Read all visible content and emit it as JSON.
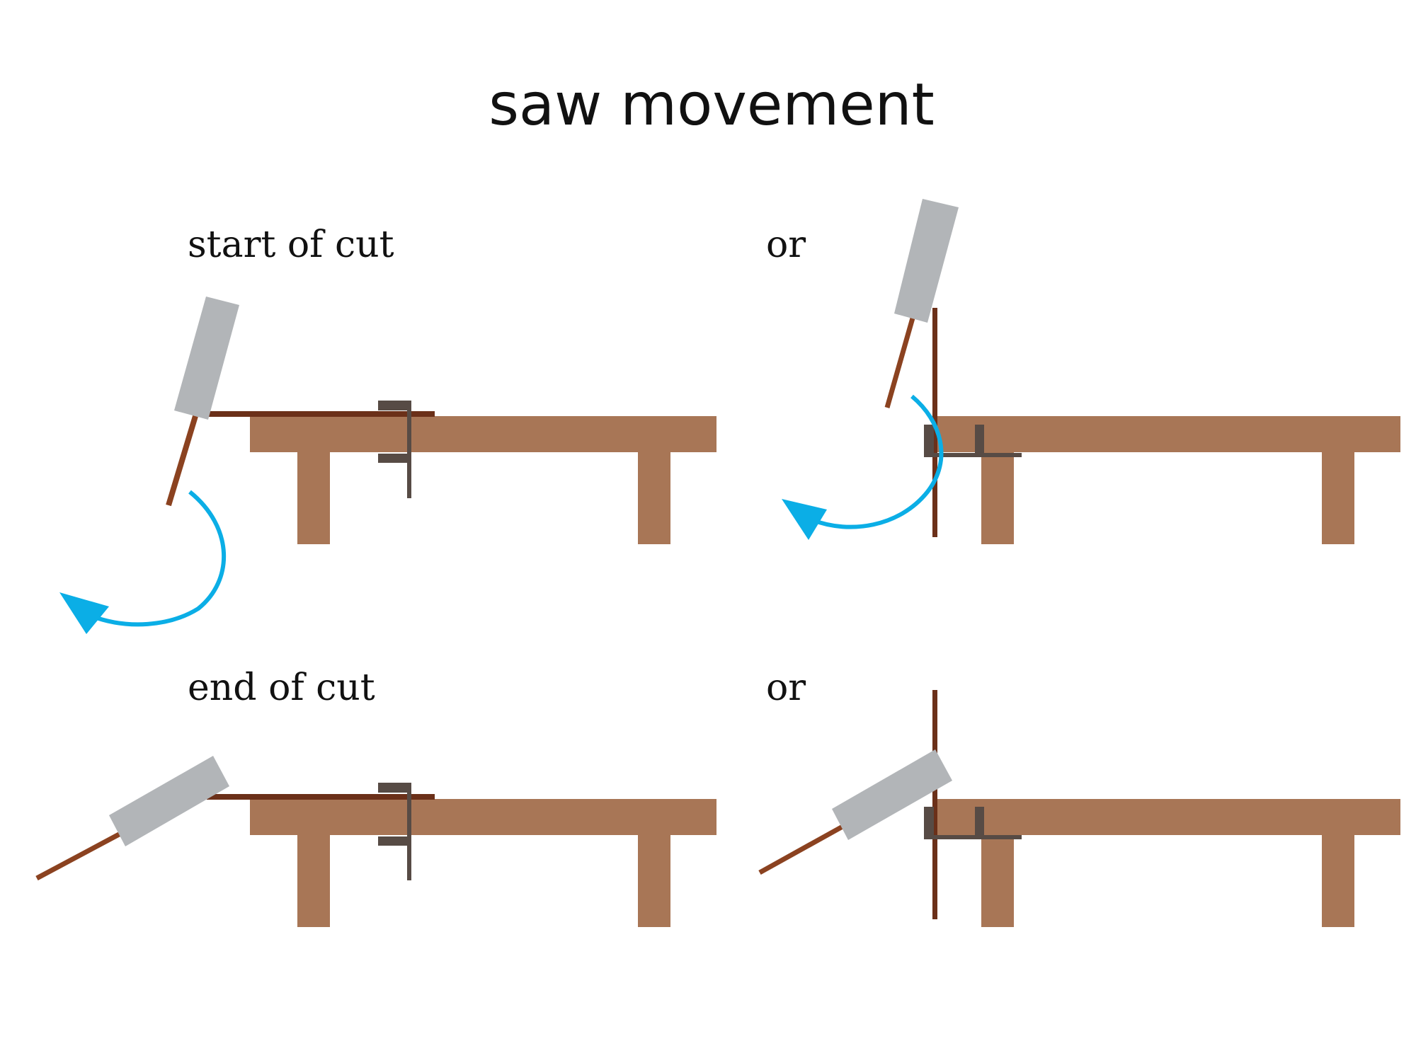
{
  "title": "saw movement",
  "captions": {
    "start_of_cut": "start of cut",
    "or_top": "or",
    "end_of_cut": "end of cut",
    "or_bottom": "or"
  },
  "colors": {
    "background": "#ffffff",
    "bench": "#a87656",
    "board": "#6b3019",
    "clamp": "#574b45",
    "saw_handle": "#b2b5b8",
    "saw_blade": "#8b4220",
    "arrow": "#0baee6",
    "text": "#111111"
  }
}
